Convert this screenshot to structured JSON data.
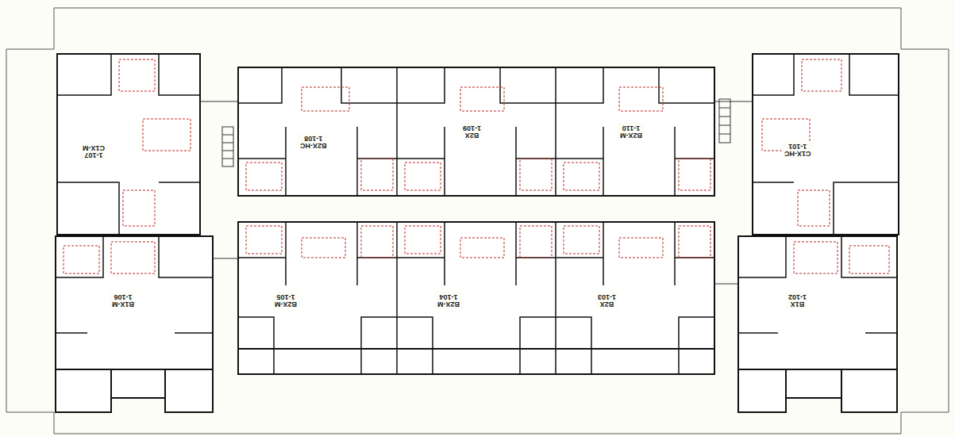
{
  "diagram": {
    "nodes": [
      {
        "text": [
          "1-107",
          "C1X-M"
        ]
      },
      {
        "text": [
          "B2X-HC",
          "1-108"
        ]
      },
      {
        "text": [
          "B2X",
          "1-109"
        ]
      },
      {
        "text": [
          "B2X-M",
          "1-110"
        ]
      },
      {
        "text": [
          "C1X-HC",
          "1-101"
        ]
      },
      {
        "text": [
          "B1X-M",
          "1-106"
        ]
      },
      {
        "text": [
          "B2X-M",
          "1-105"
        ]
      },
      {
        "text": [
          "B2X-M",
          "1-104"
        ]
      },
      {
        "text": [
          "B2X",
          "1-103"
        ]
      },
      {
        "text": [
          "B1X",
          "1-102"
        ]
      }
    ]
  }
}
